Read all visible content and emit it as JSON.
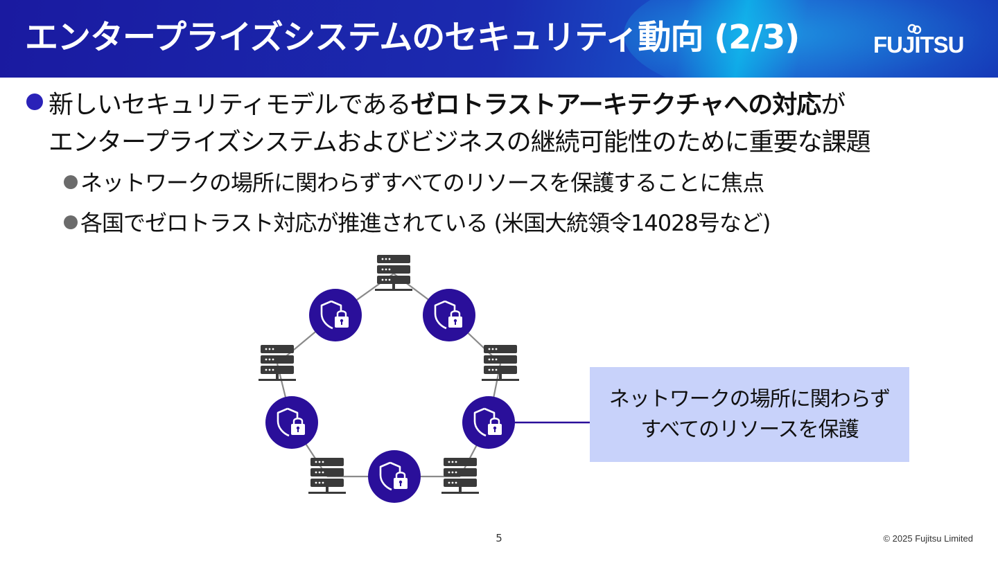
{
  "header": {
    "title": "エンタープライズシステムのセキュリティ動向 (2/3)",
    "logo_text": "FUJITSU",
    "background_color": "#1b2bb0"
  },
  "bullets": {
    "main": {
      "prefix": "新しいセキュリティモデルである",
      "bold": "ゼロトラストアーキテクチャへの対応",
      "suffix": "が",
      "line2": "エンタープライズシステムおよびビジネスの継続可能性のために重要な課題"
    },
    "sub": [
      "ネットワークの場所に関わらずすべてのリソースを保護することに焦点",
      "各国でゼロトラスト対応が推進されている (米国大統領令14028号など)"
    ]
  },
  "diagram": {
    "node_icon": "shield-lock-icon",
    "server_icon": "server-rack-icon",
    "node_color": "#2a0f9a",
    "server_color": "#3a3a3a",
    "callout_lines": [
      "ネットワークの場所に関わらず",
      "すべてのリソースを保護"
    ],
    "callout_color": "#c8d2fa"
  },
  "footer": {
    "page_number": "5",
    "copyright": "© 2025 Fujitsu Limited"
  }
}
